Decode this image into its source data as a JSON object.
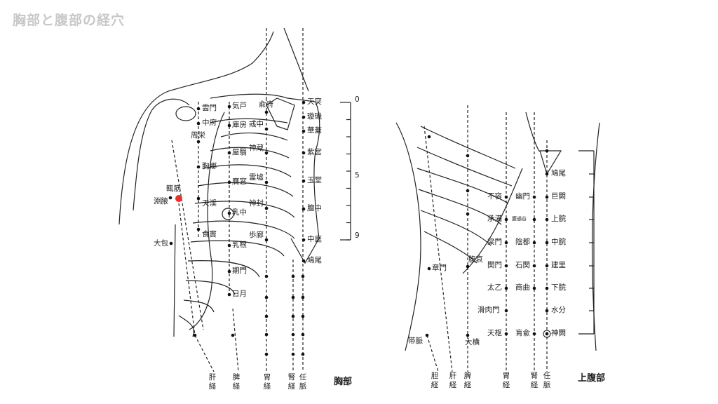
{
  "title": "胸部と腹部の経穴",
  "accent_color": "#e8332a",
  "chest": {
    "caption": "胸部",
    "scale": [
      "0",
      "5",
      "9"
    ],
    "points": {
      "lung_spleen": [
        "雲門",
        "中府",
        "周栄",
        "胸郷",
        "天渓",
        "食竇"
      ],
      "gallbladder": [
        "輒筋",
        "淵腋",
        "大包"
      ],
      "stomach": [
        "気戸",
        "庫房",
        "屋翳",
        "膺窓",
        "乳中",
        "乳根"
      ],
      "liver_gb": [
        "期門",
        "日月"
      ],
      "kidney": [
        "兪府",
        "彧中",
        "神蔵",
        "霊墟",
        "神封",
        "歩廊"
      ],
      "ren": [
        "天突",
        "璇璣",
        "華蓋",
        "紫宮",
        "玉堂",
        "膻中",
        "中庭",
        "鳩尾"
      ]
    },
    "meridians": [
      "肝経",
      "脾経",
      "胃経",
      "腎経",
      "任脈"
    ]
  },
  "abdomen": {
    "caption": "上腹部",
    "points": {
      "ren": [
        "鳩尾",
        "巨闕",
        "上脘",
        "中脘",
        "建里",
        "下脘",
        "水分",
        "神闕"
      ],
      "stomach": [
        "不容",
        "承満",
        "梁門",
        "関門",
        "太乙",
        "滑肉門",
        "天枢"
      ],
      "kidney": [
        "幽門",
        "腹通谷",
        "陰都",
        "石関",
        "商曲",
        "肓兪"
      ],
      "side": [
        "章門",
        "腹哀",
        "大横",
        "帯脈"
      ]
    },
    "meridians": [
      "胆経",
      "肝経",
      "脾経",
      "胃経",
      "腎経",
      "任脈"
    ]
  }
}
